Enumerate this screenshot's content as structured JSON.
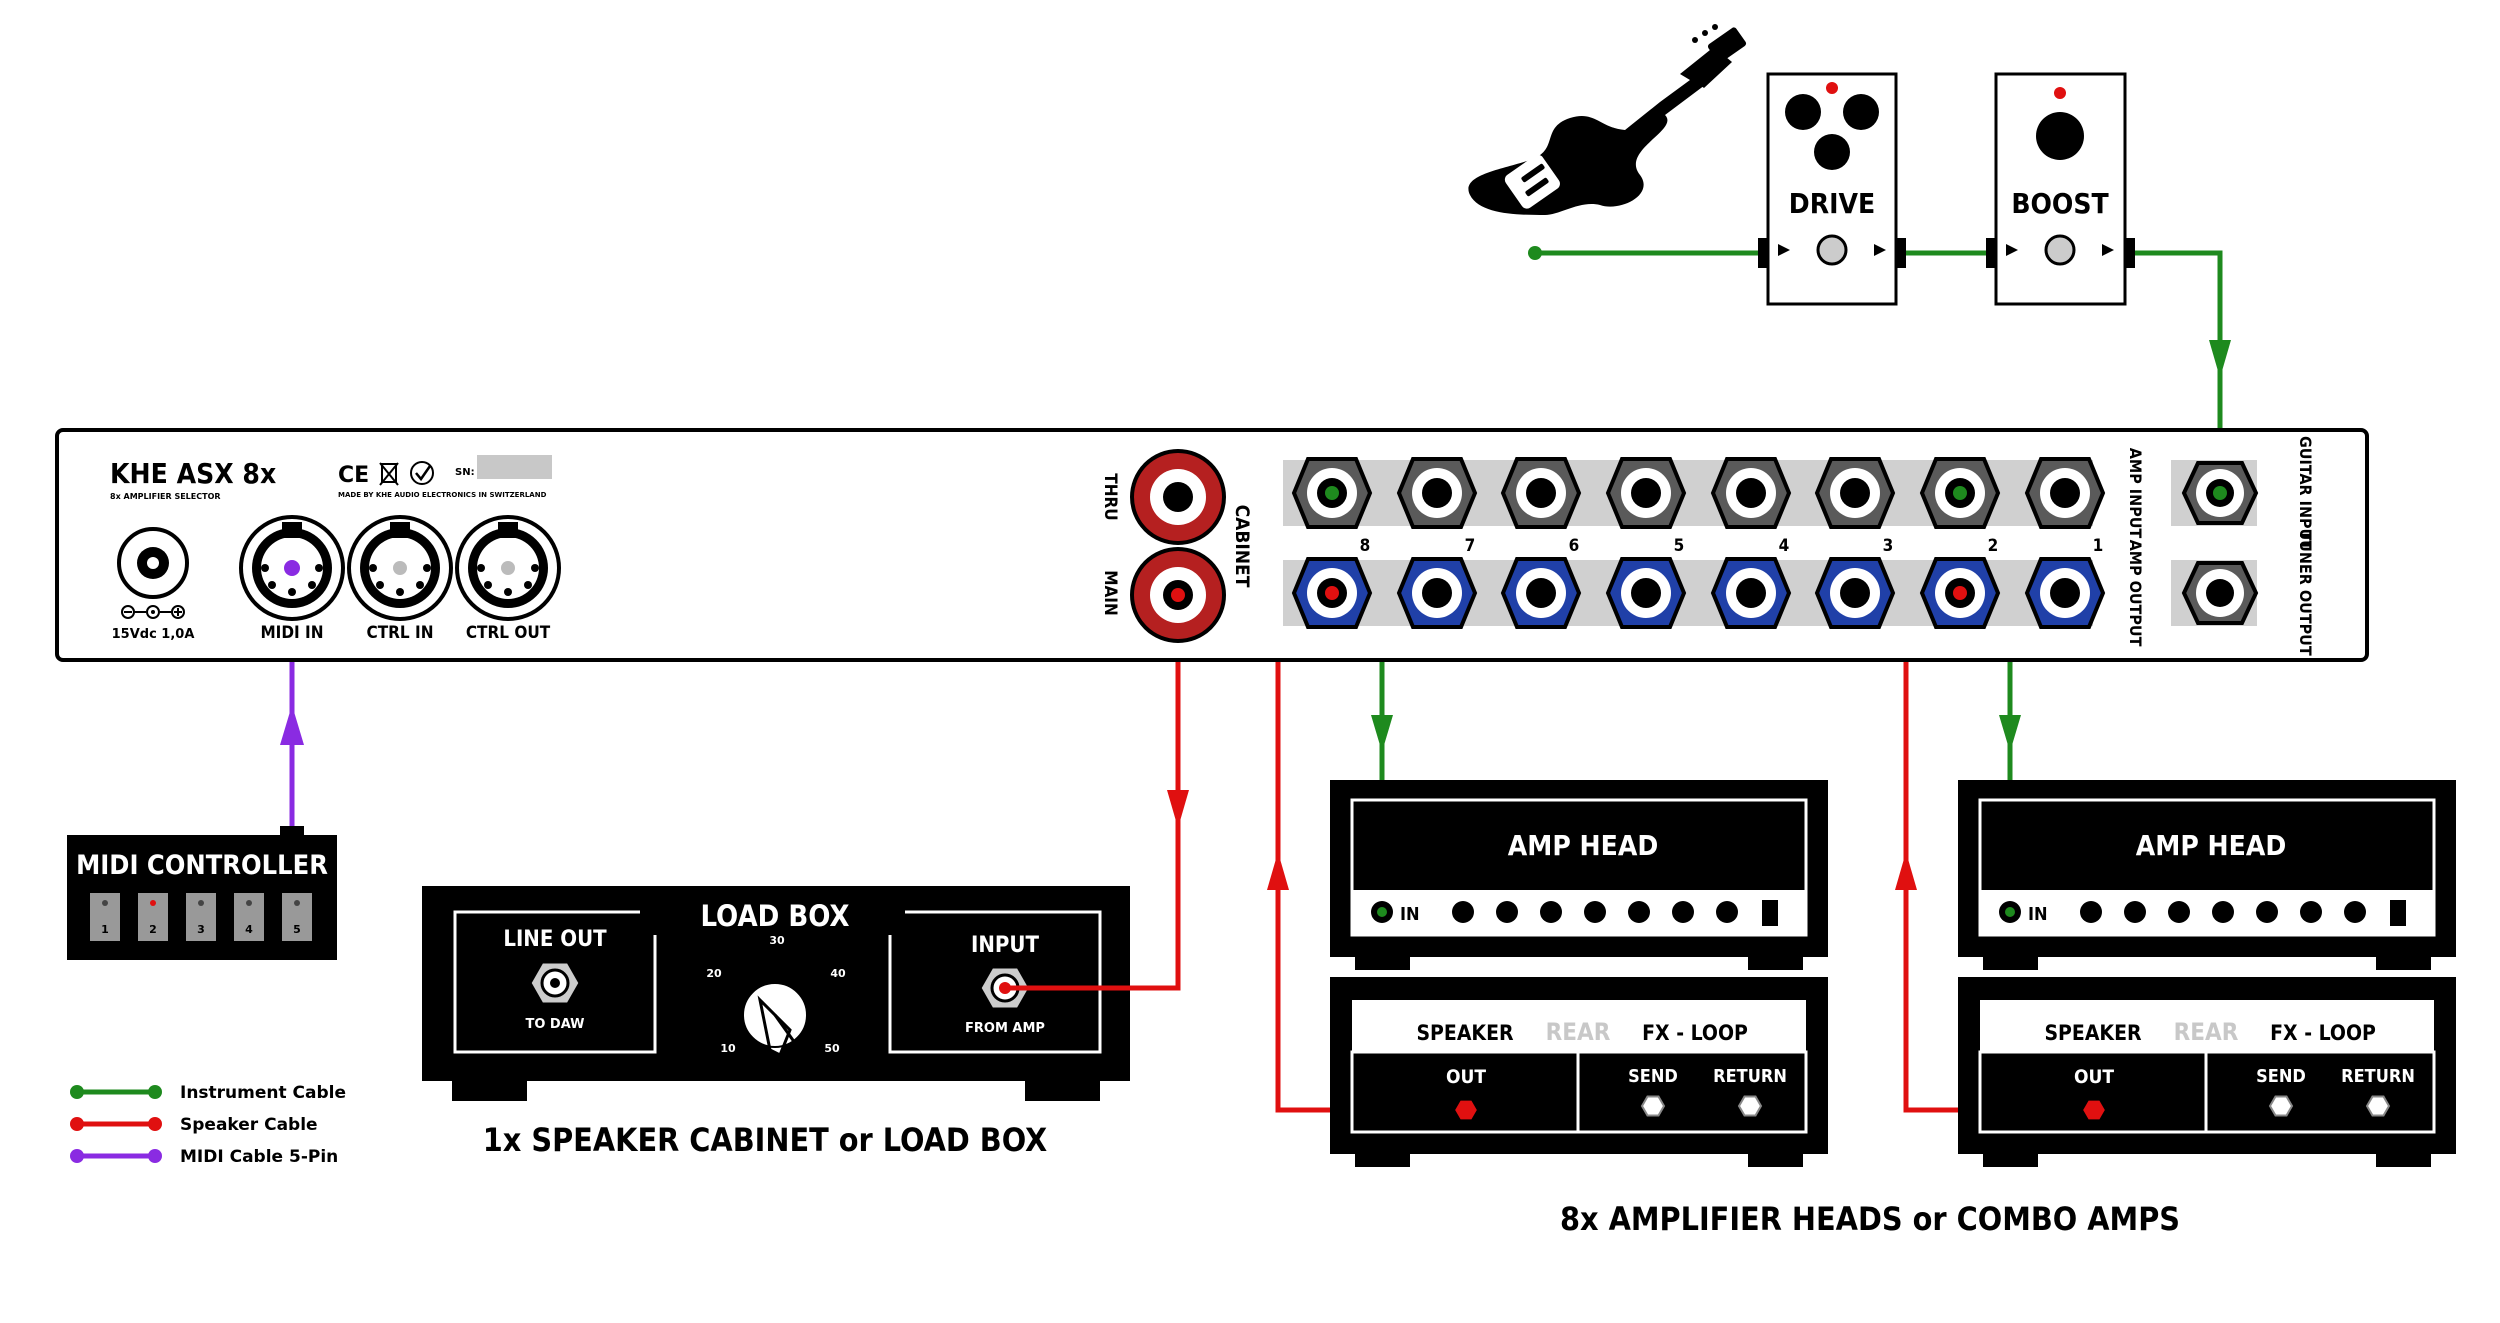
{
  "rack": {
    "brand": "KHE ASX 8x",
    "subtitle": "8x AMPLIFIER SELECTOR",
    "made_in": "MADE BY KHE AUDIO ELECTRONICS IN SWITZERLAND",
    "marks": "CE",
    "sn_label": "SN:",
    "power_label": "15Vdc 1,0A",
    "midi_in_label": "MIDI IN",
    "ctrl_in_label": "CTRL IN",
    "ctrl_out_label": "CTRL OUT",
    "cabinet_label": "CABINET",
    "thru_label": "THRU",
    "main_label": "MAIN",
    "amp_input_label": "AMP INPUT",
    "amp_output_label": "AMP OUTPUT",
    "guitar_input_label": "GUITAR INPUT",
    "tuner_output_label": "TUNER OUTPUT",
    "channel_numbers": [
      "8",
      "7",
      "6",
      "5",
      "4",
      "3",
      "2",
      "1"
    ]
  },
  "pedals": {
    "drive_label": "DRIVE",
    "boost_label": "BOOST"
  },
  "midi_controller": {
    "title": "MIDI CONTROLLER",
    "buttons": [
      "1",
      "2",
      "3",
      "4",
      "5"
    ]
  },
  "load_box": {
    "title": "LOAD BOX",
    "line_out_label": "LINE OUT",
    "to_daw_label": "TO DAW",
    "input_label": "INPUT",
    "from_amp_label": "FROM AMP",
    "knob_scale": [
      "10",
      "20",
      "30",
      "40",
      "50"
    ],
    "caption": "1x SPEAKER CABINET or LOAD BOX"
  },
  "amps": {
    "head_title": "AMP HEAD",
    "in_label": "IN",
    "speaker_label": "SPEAKER",
    "rear_label": "REAR",
    "fx_loop_label": "FX - LOOP",
    "out_label": "OUT",
    "send_label": "SEND",
    "return_label": "RETURN",
    "caption": "8x AMPLIFIER HEADS or COMBO AMPS"
  },
  "legend": [
    {
      "label": "Instrument Cable",
      "color": "#1e8a1e"
    },
    {
      "label": "Speaker Cable",
      "color": "#e01010"
    },
    {
      "label": "MIDI Cable 5-Pin",
      "color": "#8a2be2"
    }
  ],
  "colors": {
    "instrument_cable": "#1e8a1e",
    "speaker_cable": "#e01010",
    "midi_cable": "#8a2be2",
    "output_jack": "#2040a8",
    "cabinet_jack": "#b52020"
  }
}
